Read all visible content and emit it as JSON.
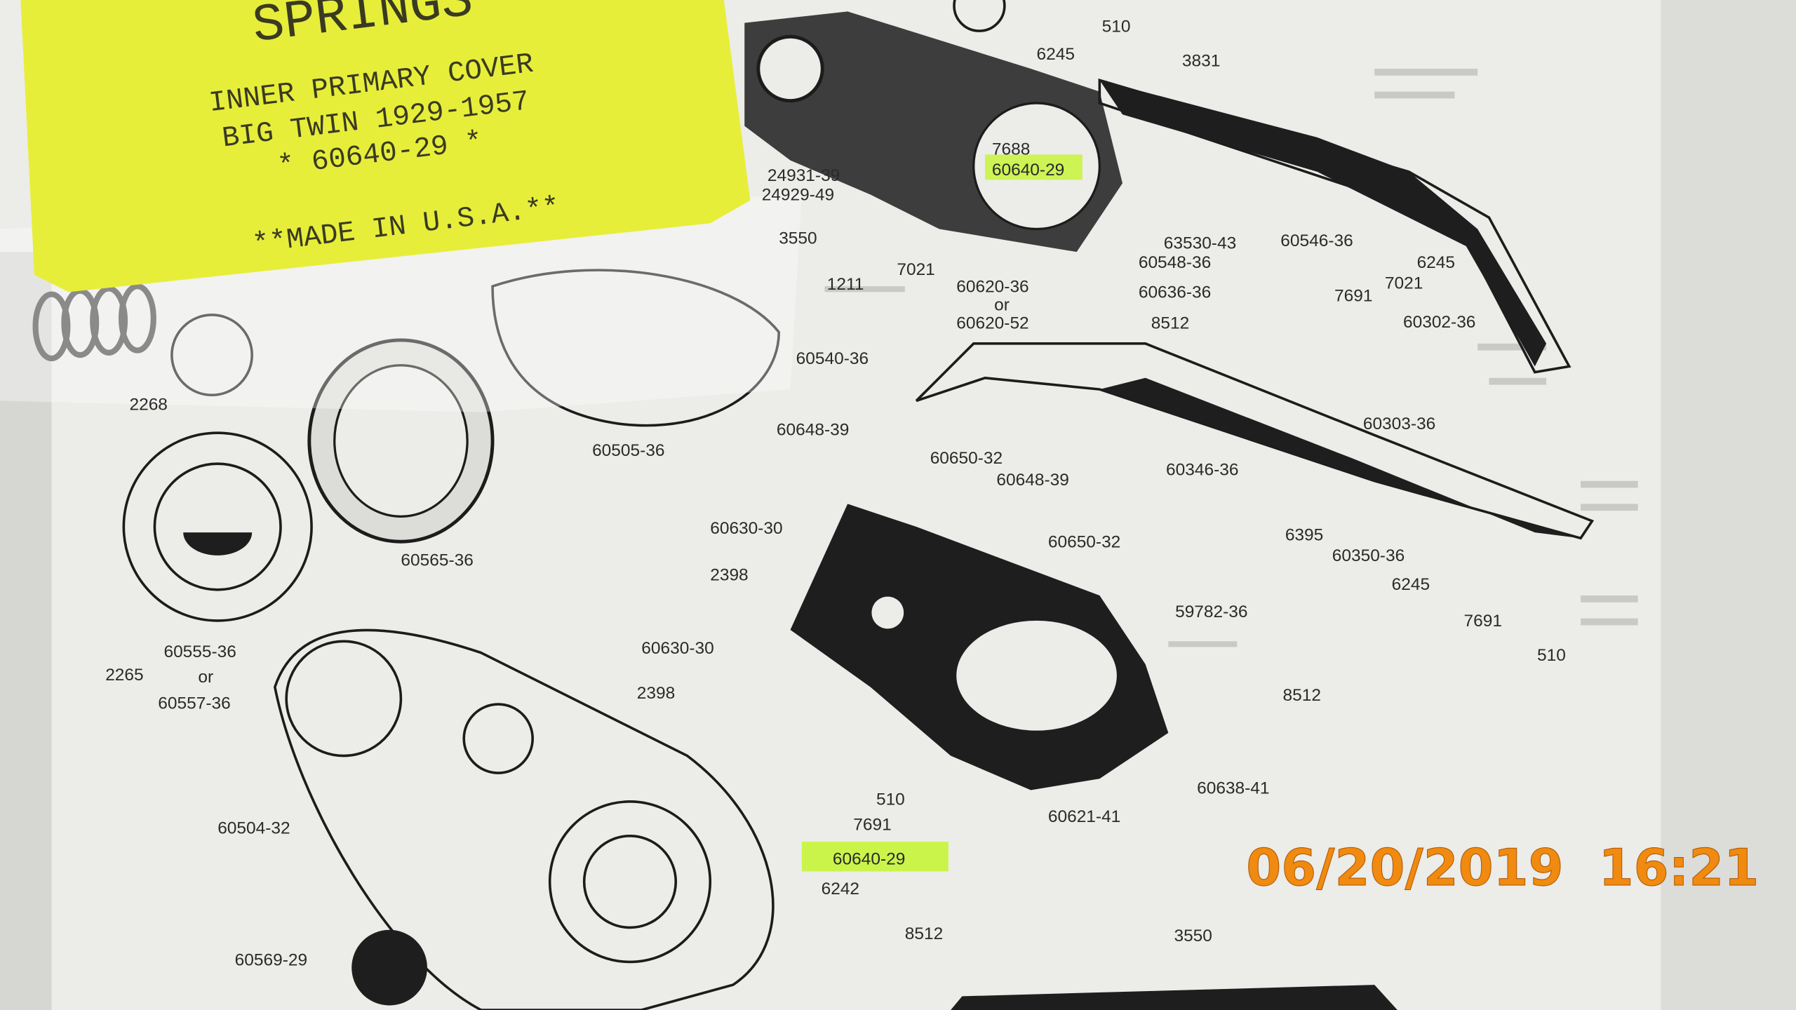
{
  "package_label": {
    "heading": "SPRINGS",
    "line1": "INNER PRIMARY COVER",
    "line2": "BIG TWIN 1929-1957",
    "line3": "* 60640-29 *",
    "line4": "**MADE IN U.S.A.**"
  },
  "timestamp": "06/20/2019  16:21",
  "highlight_color": "#c8f53a",
  "stamp_color": "#f08a10",
  "parts": [
    "510",
    "3831",
    "6245",
    "7688",
    "60640-29",
    "24931-39",
    "24929-49",
    "3550",
    "1211",
    "7021",
    "60620-36",
    "or",
    "60620-52",
    "63530-43",
    "60548-36",
    "60636-36",
    "8512",
    "60546-36",
    "6245",
    "7021",
    "7691",
    "60302-36",
    "60540-36",
    "60303-36",
    "60648-39",
    "60650-32",
    "60648-39",
    "60346-36",
    "60630-30",
    "60650-32",
    "6395",
    "60350-36",
    "2398",
    "6245",
    "59782-36",
    "7691",
    "510",
    "60630-30",
    "2398",
    "8512",
    "60638-41",
    "510",
    "7691",
    "60621-41",
    "60640-29",
    "6242",
    "8512",
    "3550",
    "2268",
    "60505-36",
    "60565-36",
    "60555-36",
    "or",
    "60557-36",
    "2265",
    "60504-32",
    "60569-29"
  ]
}
